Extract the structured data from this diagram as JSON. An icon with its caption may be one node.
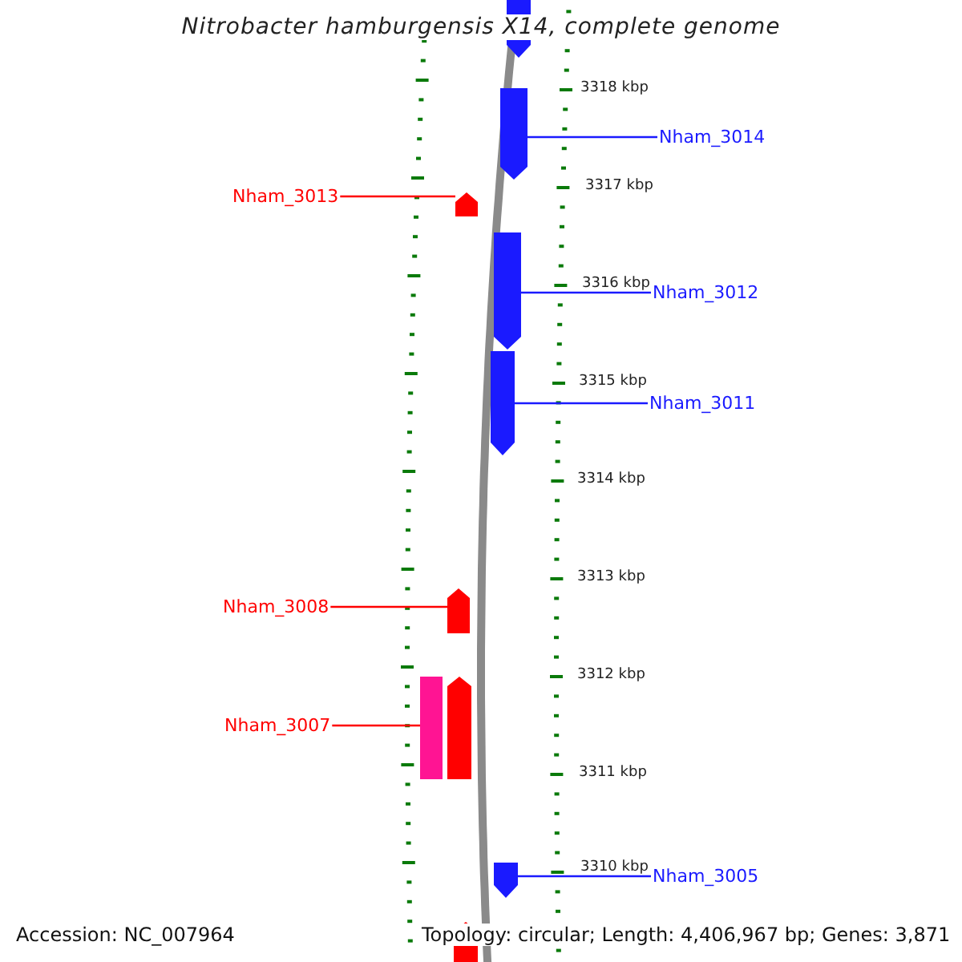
{
  "diagram": {
    "title": "Nitrobacter hamburgensis X14, complete genome",
    "nodes": [
      {
        "text": [],
        "shape": "arrow"
      },
      {
        "text": [
          "Nham_3014"
        ]
      },
      {
        "text": [],
        "shape": "arrow"
      },
      {
        "text": [
          "Nham_3013"
        ]
      },
      {
        "text": [],
        "shape": "arrow"
      },
      {
        "text": [
          "Nham_3012"
        ]
      },
      {
        "text": [],
        "shape": "arrow"
      },
      {
        "text": [
          "Nham_3011"
        ]
      },
      {
        "text": [],
        "shape": "arrow"
      },
      {
        "text": [
          "Nham_3008"
        ]
      },
      {
        "text": [],
        "shape": "arrow"
      },
      {
        "text": [
          "Nham_3007"
        ]
      },
      {
        "text": [],
        "shape": "bar"
      },
      {
        "text": [],
        "shape": "arrow"
      },
      {
        "text": [
          "Nham_3005"
        ]
      },
      {
        "text": [],
        "shape": "arrow"
      },
      {
        "text": [],
        "shape": "arrow"
      }
    ],
    "edges": [
      {
        "from": 1,
        "to": 2,
        "arrow": "none"
      },
      {
        "from": 3,
        "to": 4,
        "arrow": "none",
        "color": "#ff0000"
      },
      {
        "from": 5,
        "to": 6,
        "arrow": "none"
      },
      {
        "from": 7,
        "to": 8,
        "arrow": "none"
      },
      {
        "from": 9,
        "to": 10,
        "arrow": "none",
        "color": "#ff0000"
      },
      {
        "from": 11,
        "to": 12,
        "arrow": "none",
        "color": "#ff0000"
      },
      {
        "from": 14,
        "to": 15,
        "arrow": "none"
      }
    ],
    "labels": [
      "3318 kbp",
      "3317 kbp",
      "3316 kbp",
      "3315 kbp",
      "3314 kbp",
      "3313 kbp",
      "3312 kbp",
      "3311 kbp",
      "3310 kbp",
      "Accession: NC_007964",
      "Topology: circular; Length: 4,406,967 bp; Genes: 3,871"
    ]
  }
}
